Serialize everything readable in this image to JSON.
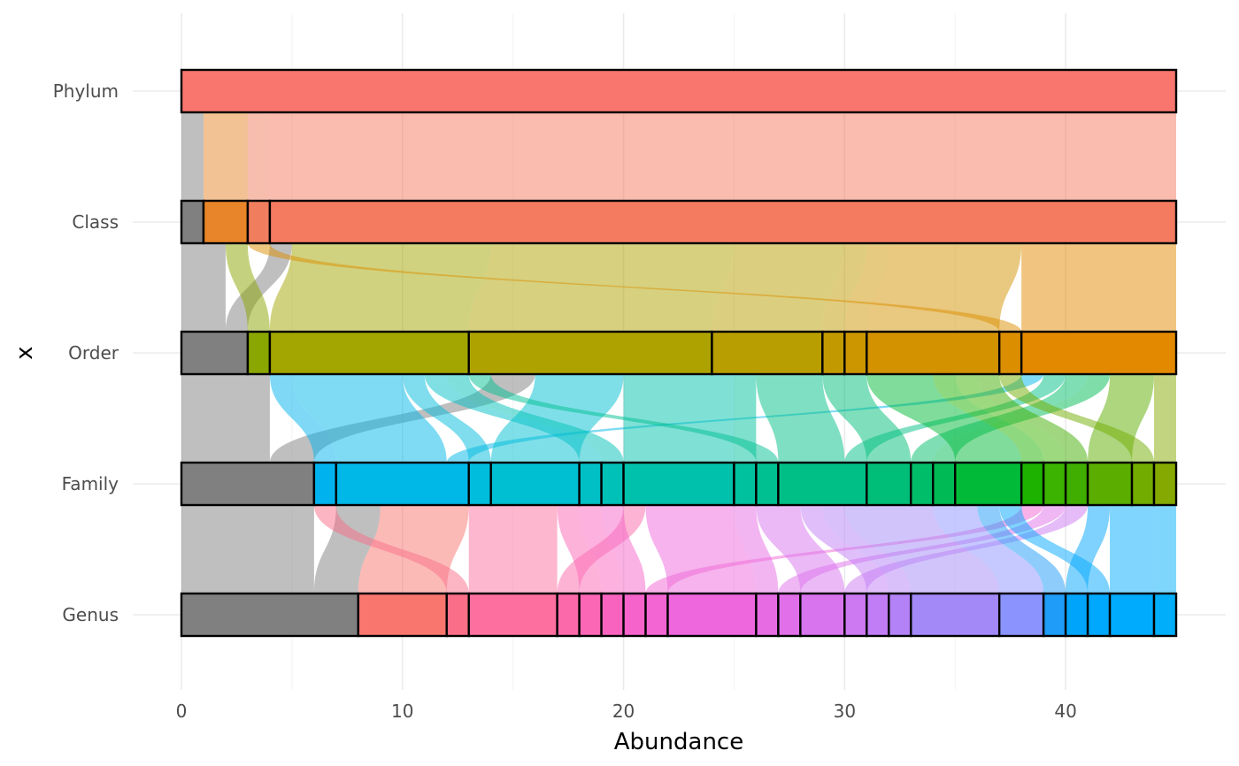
{
  "chart_data": {
    "type": "alluvial",
    "xlabel": "Abundance",
    "ylabel": "x",
    "xlim": [
      0,
      45
    ],
    "x_ticks": [
      0,
      10,
      20,
      30,
      40
    ],
    "grid": true,
    "levels": [
      "Phylum",
      "Class",
      "Order",
      "Family",
      "Genus"
    ],
    "strata": {
      "Phylum": [
        {
          "value": 45,
          "color": "#F8766D"
        }
      ],
      "Class": [
        {
          "value": 1,
          "color": "#808080"
        },
        {
          "value": 2,
          "color": "#E8852A"
        },
        {
          "value": 1,
          "color": "#F07E5E"
        },
        {
          "value": 41,
          "color": "#F47A60"
        }
      ],
      "Order": [
        {
          "value": 3,
          "color": "#808080"
        },
        {
          "value": 1,
          "color": "#8AA600"
        },
        {
          "value": 9,
          "color": "#A3A500"
        },
        {
          "value": 11,
          "color": "#AEA200"
        },
        {
          "value": 5,
          "color": "#B89E00"
        },
        {
          "value": 1,
          "color": "#C29A00"
        },
        {
          "value": 1,
          "color": "#CB9600"
        },
        {
          "value": 6,
          "color": "#D39200"
        },
        {
          "value": 1,
          "color": "#DB8E00"
        },
        {
          "value": 7,
          "color": "#E38900"
        }
      ],
      "Family": [
        {
          "value": 6,
          "color": "#808080"
        },
        {
          "value": 1,
          "color": "#00B3EE"
        },
        {
          "value": 6,
          "color": "#00B8E7"
        },
        {
          "value": 1,
          "color": "#00BCDD"
        },
        {
          "value": 4,
          "color": "#00BFD2"
        },
        {
          "value": 1,
          "color": "#00C0C5"
        },
        {
          "value": 1,
          "color": "#00C1B8"
        },
        {
          "value": 5,
          "color": "#00C1AB"
        },
        {
          "value": 1,
          "color": "#00C19E"
        },
        {
          "value": 1,
          "color": "#00C092"
        },
        {
          "value": 4,
          "color": "#00BF86"
        },
        {
          "value": 2,
          "color": "#00BE78"
        },
        {
          "value": 1,
          "color": "#00BD69"
        },
        {
          "value": 1,
          "color": "#00BB55"
        },
        {
          "value": 3,
          "color": "#00BA38"
        },
        {
          "value": 1,
          "color": "#1DB100"
        },
        {
          "value": 1,
          "color": "#3BB300"
        },
        {
          "value": 1,
          "color": "#3FAE00"
        },
        {
          "value": 2,
          "color": "#5BAE00"
        },
        {
          "value": 1,
          "color": "#72AC00"
        },
        {
          "value": 1,
          "color": "#85A900"
        }
      ],
      "Genus": [
        {
          "value": 8,
          "color": "#808080"
        },
        {
          "value": 4,
          "color": "#F8766D"
        },
        {
          "value": 1,
          "color": "#FA6E87"
        },
        {
          "value": 4,
          "color": "#FC6F9E"
        },
        {
          "value": 1,
          "color": "#FC69AA"
        },
        {
          "value": 1,
          "color": "#FB66B5"
        },
        {
          "value": 1,
          "color": "#F963C0"
        },
        {
          "value": 1,
          "color": "#F663CA"
        },
        {
          "value": 1,
          "color": "#F265D3"
        },
        {
          "value": 4,
          "color": "#EE67DC"
        },
        {
          "value": 1,
          "color": "#E76BE3"
        },
        {
          "value": 1,
          "color": "#E06FE9"
        },
        {
          "value": 2,
          "color": "#D774EE"
        },
        {
          "value": 1,
          "color": "#CC79F2"
        },
        {
          "value": 1,
          "color": "#C17DF5"
        },
        {
          "value": 1,
          "color": "#B382F7"
        },
        {
          "value": 4,
          "color": "#A389F8"
        },
        {
          "value": 2,
          "color": "#8B93FF"
        },
        {
          "value": 1,
          "color": "#1E9CF7"
        },
        {
          "value": 1,
          "color": "#00A5FB"
        },
        {
          "value": 1,
          "color": "#00A8FD"
        },
        {
          "value": 2,
          "color": "#00ABFD"
        },
        {
          "value": 1,
          "color": "#00AEFA"
        }
      ]
    },
    "flows": [
      {
        "from": "Phylum",
        "to": "Class",
        "color": "#808080",
        "from_x": [
          0,
          1
        ],
        "to_x": [
          0,
          1
        ]
      },
      {
        "from": "Phylum",
        "to": "Class",
        "color": "#E8852A",
        "from_x": [
          1,
          3
        ],
        "to_x": [
          1,
          3
        ]
      },
      {
        "from": "Phylum",
        "to": "Class",
        "color": "#F07E5E",
        "from_x": [
          3,
          4
        ],
        "to_x": [
          3,
          4
        ]
      },
      {
        "from": "Phylum",
        "to": "Class",
        "color": "#F47A60",
        "from_x": [
          4,
          45
        ],
        "to_x": [
          4,
          45
        ]
      },
      {
        "from": "Class",
        "to": "Order",
        "color": "#808080",
        "from_x": [
          0,
          1
        ],
        "to_x": [
          0,
          1
        ]
      },
      {
        "from": "Class",
        "to": "Order",
        "color": "#808080",
        "from_x": [
          1,
          2
        ],
        "to_x": [
          1,
          2
        ]
      },
      {
        "from": "Class",
        "to": "Order",
        "color": "#808080",
        "from_x": [
          4,
          5
        ],
        "to_x": [
          2,
          3
        ]
      },
      {
        "from": "Class",
        "to": "Order",
        "color": "#8AA600",
        "from_x": [
          2,
          3
        ],
        "to_x": [
          3,
          4
        ]
      },
      {
        "from": "Class",
        "to": "Order",
        "color": "#A3A500",
        "from_x": [
          5,
          14
        ],
        "to_x": [
          4,
          13
        ]
      },
      {
        "from": "Class",
        "to": "Order",
        "color": "#AEA200",
        "from_x": [
          14,
          25
        ],
        "to_x": [
          13,
          24
        ]
      },
      {
        "from": "Class",
        "to": "Order",
        "color": "#B89E00",
        "from_x": [
          25,
          30
        ],
        "to_x": [
          24,
          29
        ]
      },
      {
        "from": "Class",
        "to": "Order",
        "color": "#C29A00",
        "from_x": [
          30,
          31
        ],
        "to_x": [
          29,
          30
        ]
      },
      {
        "from": "Class",
        "to": "Order",
        "color": "#CB9600",
        "from_x": [
          31,
          32
        ],
        "to_x": [
          30,
          31
        ]
      },
      {
        "from": "Class",
        "to": "Order",
        "color": "#D39200",
        "from_x": [
          32,
          38
        ],
        "to_x": [
          31,
          37
        ]
      },
      {
        "from": "Class",
        "to": "Order",
        "color": "#DB8E00",
        "from_x": [
          3,
          4
        ],
        "to_x": [
          37,
          38
        ]
      },
      {
        "from": "Class",
        "to": "Order",
        "color": "#E38900",
        "from_x": [
          38,
          45
        ],
        "to_x": [
          38,
          45
        ]
      },
      {
        "from": "Order",
        "to": "Family",
        "color": "#808080",
        "from_x": [
          0,
          3
        ],
        "to_x": [
          0,
          3
        ]
      },
      {
        "from": "Order",
        "to": "Family",
        "color": "#808080",
        "from_x": [
          3,
          4
        ],
        "to_x": [
          3,
          4
        ]
      },
      {
        "from": "Order",
        "to": "Family",
        "color": "#808080",
        "from_x": [
          14,
          16
        ],
        "to_x": [
          4,
          6
        ]
      },
      {
        "from": "Order",
        "to": "Family",
        "color": "#00B3EE",
        "from_x": [
          4,
          5
        ],
        "to_x": [
          6,
          7
        ]
      },
      {
        "from": "Order",
        "to": "Family",
        "color": "#00B8E7",
        "from_x": [
          5,
          10
        ],
        "to_x": [
          7,
          12
        ]
      },
      {
        "from": "Order",
        "to": "Family",
        "color": "#00B8E7",
        "from_x": [
          38,
          39
        ],
        "to_x": [
          12,
          13
        ]
      },
      {
        "from": "Order",
        "to": "Family",
        "color": "#00BCDD",
        "from_x": [
          10,
          11
        ],
        "to_x": [
          13,
          14
        ]
      },
      {
        "from": "Order",
        "to": "Family",
        "color": "#00BFD2",
        "from_x": [
          16,
          20
        ],
        "to_x": [
          14,
          18
        ]
      },
      {
        "from": "Order",
        "to": "Family",
        "color": "#00C0C5",
        "from_x": [
          11,
          12
        ],
        "to_x": [
          18,
          19
        ]
      },
      {
        "from": "Order",
        "to": "Family",
        "color": "#00C1B8",
        "from_x": [
          12,
          13
        ],
        "to_x": [
          19,
          20
        ]
      },
      {
        "from": "Order",
        "to": "Family",
        "color": "#00C1AB",
        "from_x": [
          20,
          25
        ],
        "to_x": [
          20,
          25
        ]
      },
      {
        "from": "Order",
        "to": "Family",
        "color": "#00C19E",
        "from_x": [
          25,
          26
        ],
        "to_x": [
          25,
          26
        ]
      },
      {
        "from": "Order",
        "to": "Family",
        "color": "#00C092",
        "from_x": [
          13,
          14
        ],
        "to_x": [
          26,
          27
        ]
      },
      {
        "from": "Order",
        "to": "Family",
        "color": "#00BF86",
        "from_x": [
          26,
          29
        ],
        "to_x": [
          27,
          30
        ]
      },
      {
        "from": "Order",
        "to": "Family",
        "color": "#00BF86",
        "from_x": [
          39,
          40
        ],
        "to_x": [
          30,
          31
        ]
      },
      {
        "from": "Order",
        "to": "Family",
        "color": "#00BE78",
        "from_x": [
          29,
          31
        ],
        "to_x": [
          31,
          33
        ]
      },
      {
        "from": "Order",
        "to": "Family",
        "color": "#00BD69",
        "from_x": [
          40,
          41
        ],
        "to_x": [
          33,
          34
        ]
      },
      {
        "from": "Order",
        "to": "Family",
        "color": "#00BB55",
        "from_x": [
          41,
          42
        ],
        "to_x": [
          34,
          35
        ]
      },
      {
        "from": "Order",
        "to": "Family",
        "color": "#00BA38",
        "from_x": [
          31,
          34
        ],
        "to_x": [
          35,
          38
        ]
      },
      {
        "from": "Order",
        "to": "Family",
        "color": "#1DB100",
        "from_x": [
          34,
          35
        ],
        "to_x": [
          38,
          39
        ]
      },
      {
        "from": "Order",
        "to": "Family",
        "color": "#3BB300",
        "from_x": [
          35,
          36
        ],
        "to_x": [
          39,
          40
        ]
      },
      {
        "from": "Order",
        "to": "Family",
        "color": "#3FAE00",
        "from_x": [
          36,
          37
        ],
        "to_x": [
          40,
          41
        ]
      },
      {
        "from": "Order",
        "to": "Family",
        "color": "#5BAE00",
        "from_x": [
          42,
          44
        ],
        "to_x": [
          41,
          43
        ]
      },
      {
        "from": "Order",
        "to": "Family",
        "color": "#72AC00",
        "from_x": [
          37,
          38
        ],
        "to_x": [
          43,
          44
        ]
      },
      {
        "from": "Order",
        "to": "Family",
        "color": "#85A900",
        "from_x": [
          44,
          45
        ],
        "to_x": [
          44,
          45
        ]
      },
      {
        "from": "Family",
        "to": "Genus",
        "color": "#808080",
        "from_x": [
          0,
          6
        ],
        "to_x": [
          0,
          6
        ]
      },
      {
        "from": "Family",
        "to": "Genus",
        "color": "#808080",
        "from_x": [
          7,
          9
        ],
        "to_x": [
          6,
          8
        ]
      },
      {
        "from": "Family",
        "to": "Genus",
        "color": "#F8766D",
        "from_x": [
          9,
          13
        ],
        "to_x": [
          8,
          12
        ]
      },
      {
        "from": "Family",
        "to": "Genus",
        "color": "#FA6E87",
        "from_x": [
          6,
          7
        ],
        "to_x": [
          12,
          13
        ]
      },
      {
        "from": "Family",
        "to": "Genus",
        "color": "#FC6F9E",
        "from_x": [
          13,
          17
        ],
        "to_x": [
          13,
          17
        ]
      },
      {
        "from": "Family",
        "to": "Genus",
        "color": "#FC69AA",
        "from_x": [
          20,
          21
        ],
        "to_x": [
          17,
          18
        ]
      },
      {
        "from": "Family",
        "to": "Genus",
        "color": "#FB66B5",
        "from_x": [
          17,
          18
        ],
        "to_x": [
          18,
          19
        ]
      },
      {
        "from": "Family",
        "to": "Genus",
        "color": "#F963C0",
        "from_x": [
          18,
          19
        ],
        "to_x": [
          19,
          20
        ]
      },
      {
        "from": "Family",
        "to": "Genus",
        "color": "#F663CA",
        "from_x": [
          19,
          20
        ],
        "to_x": [
          20,
          21
        ]
      },
      {
        "from": "Family",
        "to": "Genus",
        "color": "#F265D3",
        "from_x": [
          38,
          39
        ],
        "to_x": [
          21,
          22
        ]
      },
      {
        "from": "Family",
        "to": "Genus",
        "color": "#EE67DC",
        "from_x": [
          21,
          25
        ],
        "to_x": [
          22,
          26
        ]
      },
      {
        "from": "Family",
        "to": "Genus",
        "color": "#E76BE3",
        "from_x": [
          25,
          26
        ],
        "to_x": [
          26,
          27
        ]
      },
      {
        "from": "Family",
        "to": "Genus",
        "color": "#E06FE9",
        "from_x": [
          39,
          40
        ],
        "to_x": [
          27,
          28
        ]
      },
      {
        "from": "Family",
        "to": "Genus",
        "color": "#D774EE",
        "from_x": [
          26,
          28
        ],
        "to_x": [
          28,
          30
        ]
      },
      {
        "from": "Family",
        "to": "Genus",
        "color": "#CC79F2",
        "from_x": [
          40,
          41
        ],
        "to_x": [
          30,
          31
        ]
      },
      {
        "from": "Family",
        "to": "Genus",
        "color": "#C17DF5",
        "from_x": [
          28,
          29
        ],
        "to_x": [
          31,
          32
        ]
      },
      {
        "from": "Family",
        "to": "Genus",
        "color": "#B382F7",
        "from_x": [
          29,
          30
        ],
        "to_x": [
          32,
          33
        ]
      },
      {
        "from": "Family",
        "to": "Genus",
        "color": "#A389F8",
        "from_x": [
          30,
          34
        ],
        "to_x": [
          33,
          37
        ]
      },
      {
        "from": "Family",
        "to": "Genus",
        "color": "#8B93FF",
        "from_x": [
          34,
          36
        ],
        "to_x": [
          37,
          39
        ]
      },
      {
        "from": "Family",
        "to": "Genus",
        "color": "#1E9CF7",
        "from_x": [
          36,
          37
        ],
        "to_x": [
          39,
          40
        ]
      },
      {
        "from": "Family",
        "to": "Genus",
        "color": "#00A5FB",
        "from_x": [
          41,
          42
        ],
        "to_x": [
          40,
          41
        ]
      },
      {
        "from": "Family",
        "to": "Genus",
        "color": "#00A8FD",
        "from_x": [
          37,
          38
        ],
        "to_x": [
          41,
          42
        ]
      },
      {
        "from": "Family",
        "to": "Genus",
        "color": "#00ABFD",
        "from_x": [
          42,
          44
        ],
        "to_x": [
          42,
          44
        ]
      },
      {
        "from": "Family",
        "to": "Genus",
        "color": "#00AEFA",
        "from_x": [
          44,
          45
        ],
        "to_x": [
          44,
          45
        ]
      }
    ]
  }
}
